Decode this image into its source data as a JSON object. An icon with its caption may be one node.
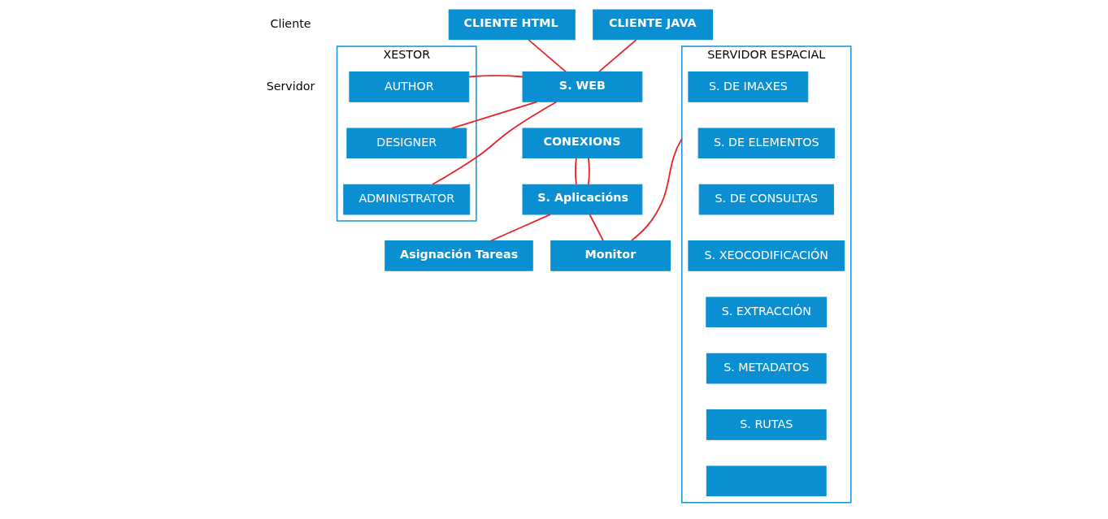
{
  "diagram": {
    "nodes": [
      {
        "text": [
          "CLIENTE HTML"
        ]
      },
      {
        "text": [
          "CLIENTE JAVA"
        ]
      },
      {
        "text": [
          "XESTOR"
        ]
      },
      {
        "text": [
          "AUTHOR"
        ],
        "in": 2
      },
      {
        "text": [
          "DESIGNER"
        ],
        "in": 2
      },
      {
        "text": [
          "ADMINISTRATOR"
        ],
        "in": 2
      },
      {
        "text": [
          "S. WEB"
        ]
      },
      {
        "text": [
          "CONEXIONS"
        ]
      },
      {
        "text": [
          "S. Aplicacións"
        ]
      },
      {
        "text": [
          "Monitor"
        ]
      },
      {
        "text": [
          "Asignación Tareas"
        ]
      },
      {
        "text": [
          "SERVIDOR ESPACIAL"
        ]
      },
      {
        "text": [
          "S. DE IMAXES"
        ],
        "in": 11
      },
      {
        "text": [
          "S. DE ELEMENTOS"
        ],
        "in": 11
      },
      {
        "text": [
          "S. DE CONSULTAS"
        ],
        "in": 11
      },
      {
        "text": [
          "S. XEOCODIFICACIÓN"
        ],
        "in": 11
      },
      {
        "text": [
          "S. EXTRACCIÓN"
        ],
        "in": 11
      },
      {
        "text": [
          "S. METADATOS"
        ],
        "in": 11
      },
      {
        "text": [
          "S. RUTAS"
        ],
        "in": 11
      },
      {
        "text": [],
        "shape": "box",
        "in": 11
      }
    ],
    "edges": [
      {
        "from": 0,
        "to": 6,
        "arrow": "none"
      },
      {
        "from": 1,
        "to": 6,
        "arrow": "none"
      },
      {
        "from": 3,
        "to": 6,
        "arrow": "none"
      },
      {
        "from": 4,
        "to": 6,
        "arrow": "none"
      },
      {
        "from": 5,
        "to": 6,
        "arrow": "none"
      },
      {
        "from": 7,
        "to": 8,
        "arrow": "none"
      },
      {
        "from": 7,
        "to": 8,
        "arrow": "none"
      },
      {
        "from": 8,
        "to": 9,
        "arrow": "none"
      },
      {
        "from": 8,
        "to": 10,
        "arrow": "none"
      },
      {
        "from": 9,
        "to": 11,
        "arrow": "none"
      }
    ],
    "labels": [
      "Cliente",
      "Servidor"
    ]
  }
}
